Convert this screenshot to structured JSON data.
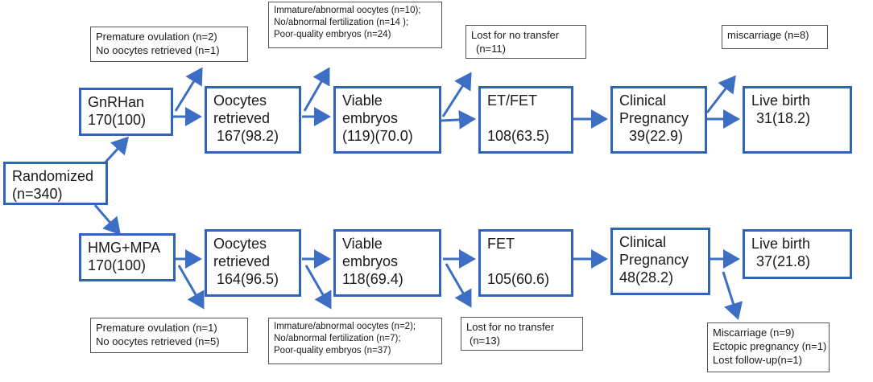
{
  "randomized": {
    "label": "Randomized",
    "n": "(n=340)"
  },
  "arm_top": {
    "group": {
      "name": "GnRHan",
      "n": "170(100)"
    },
    "oocytes": {
      "line1": "Oocytes",
      "line2": "retrieved",
      "value": "167(98.2)"
    },
    "embryos": {
      "line1": "Viable",
      "line2": "embryos",
      "value": "(119)(70.0)"
    },
    "transfer": {
      "label": "ET/FET",
      "value": "108(63.5)"
    },
    "pregnancy": {
      "line1": "Clinical",
      "line2": "Pregnancy",
      "value": "39(22.9)"
    },
    "livebirth": {
      "label": "Live birth",
      "value": "31(18.2)"
    },
    "loss_ovulation": [
      "Premature ovulation  (n=2)",
      "No oocytes retrieved  (n=1)"
    ],
    "loss_oocytes": [
      "Immature/abnormal oocytes (n=10);",
      "No/abnormal fertilization (n=14 );",
      "Poor-quality embryos (n=24)"
    ],
    "loss_transfer": [
      "Lost for no transfer",
      "(n=11)"
    ],
    "loss_pregnancy": [
      "miscarriage (n=8)"
    ]
  },
  "arm_bottom": {
    "group": {
      "name": "HMG+MPA",
      "n": "170(100)"
    },
    "oocytes": {
      "line1": "Oocytes",
      "line2": "retrieved",
      "value": "164(96.5)"
    },
    "embryos": {
      "line1": "Viable",
      "line2": "embryos",
      "value": "118(69.4)"
    },
    "transfer": {
      "label": "FET",
      "value": "105(60.6)"
    },
    "pregnancy": {
      "line1": "Clinical",
      "line2": "Pregnancy",
      "value": "48(28.2)"
    },
    "livebirth": {
      "label": "Live birth",
      "value": "37(21.8)"
    },
    "loss_ovulation": [
      "Premature ovulation  (n=1)",
      "No oocytes retrieved  (n=5)"
    ],
    "loss_oocytes": [
      "Immature/abnormal oocytes (n=2);",
      "No/abnormal fertilization (n=7);",
      "Poor-quality embryos (n=37)"
    ],
    "loss_transfer": [
      "Lost for no transfer",
      "(n=13)"
    ],
    "loss_pregnancy": [
      "Miscarriage  (n=9)",
      "Ectopic pregnancy (n=1)",
      "Lost follow-up(n=1)"
    ]
  },
  "colors": {
    "box_border": "#2f64b8",
    "arrow": "#3c6fc4",
    "note_border": "#555555"
  }
}
